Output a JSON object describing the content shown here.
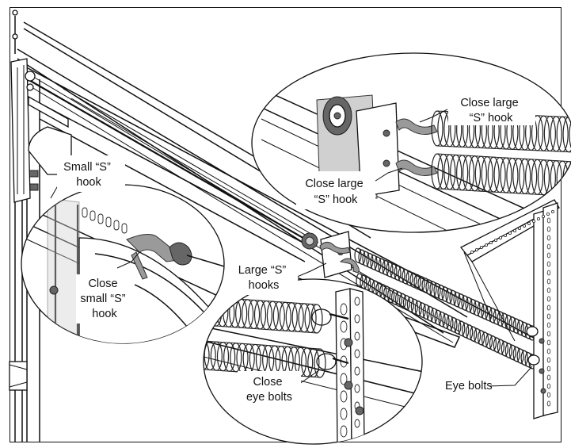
{
  "labels": {
    "close_large_s_hook_top": [
      "Close large",
      "“S” hook"
    ],
    "close_large_s_hook_mid": [
      "Close large",
      "“S” hook"
    ],
    "small_s_hook": [
      "Small “S”",
      "hook"
    ],
    "close_small_s_hook": [
      "Close",
      "small “S”",
      "hook"
    ],
    "large_s_hooks": [
      "Large “S”",
      "hooks"
    ],
    "close_eye_bolts": [
      "Close",
      "eye bolts"
    ],
    "eye_bolts": [
      "Eye bolts"
    ]
  },
  "icons": {
    "spring": "extension-spring-icon",
    "pulley": "pulley-icon",
    "s_hook": "s-hook-icon",
    "eye_bolt": "eye-bolt-icon",
    "angle_iron": "perforated-angle-icon"
  }
}
